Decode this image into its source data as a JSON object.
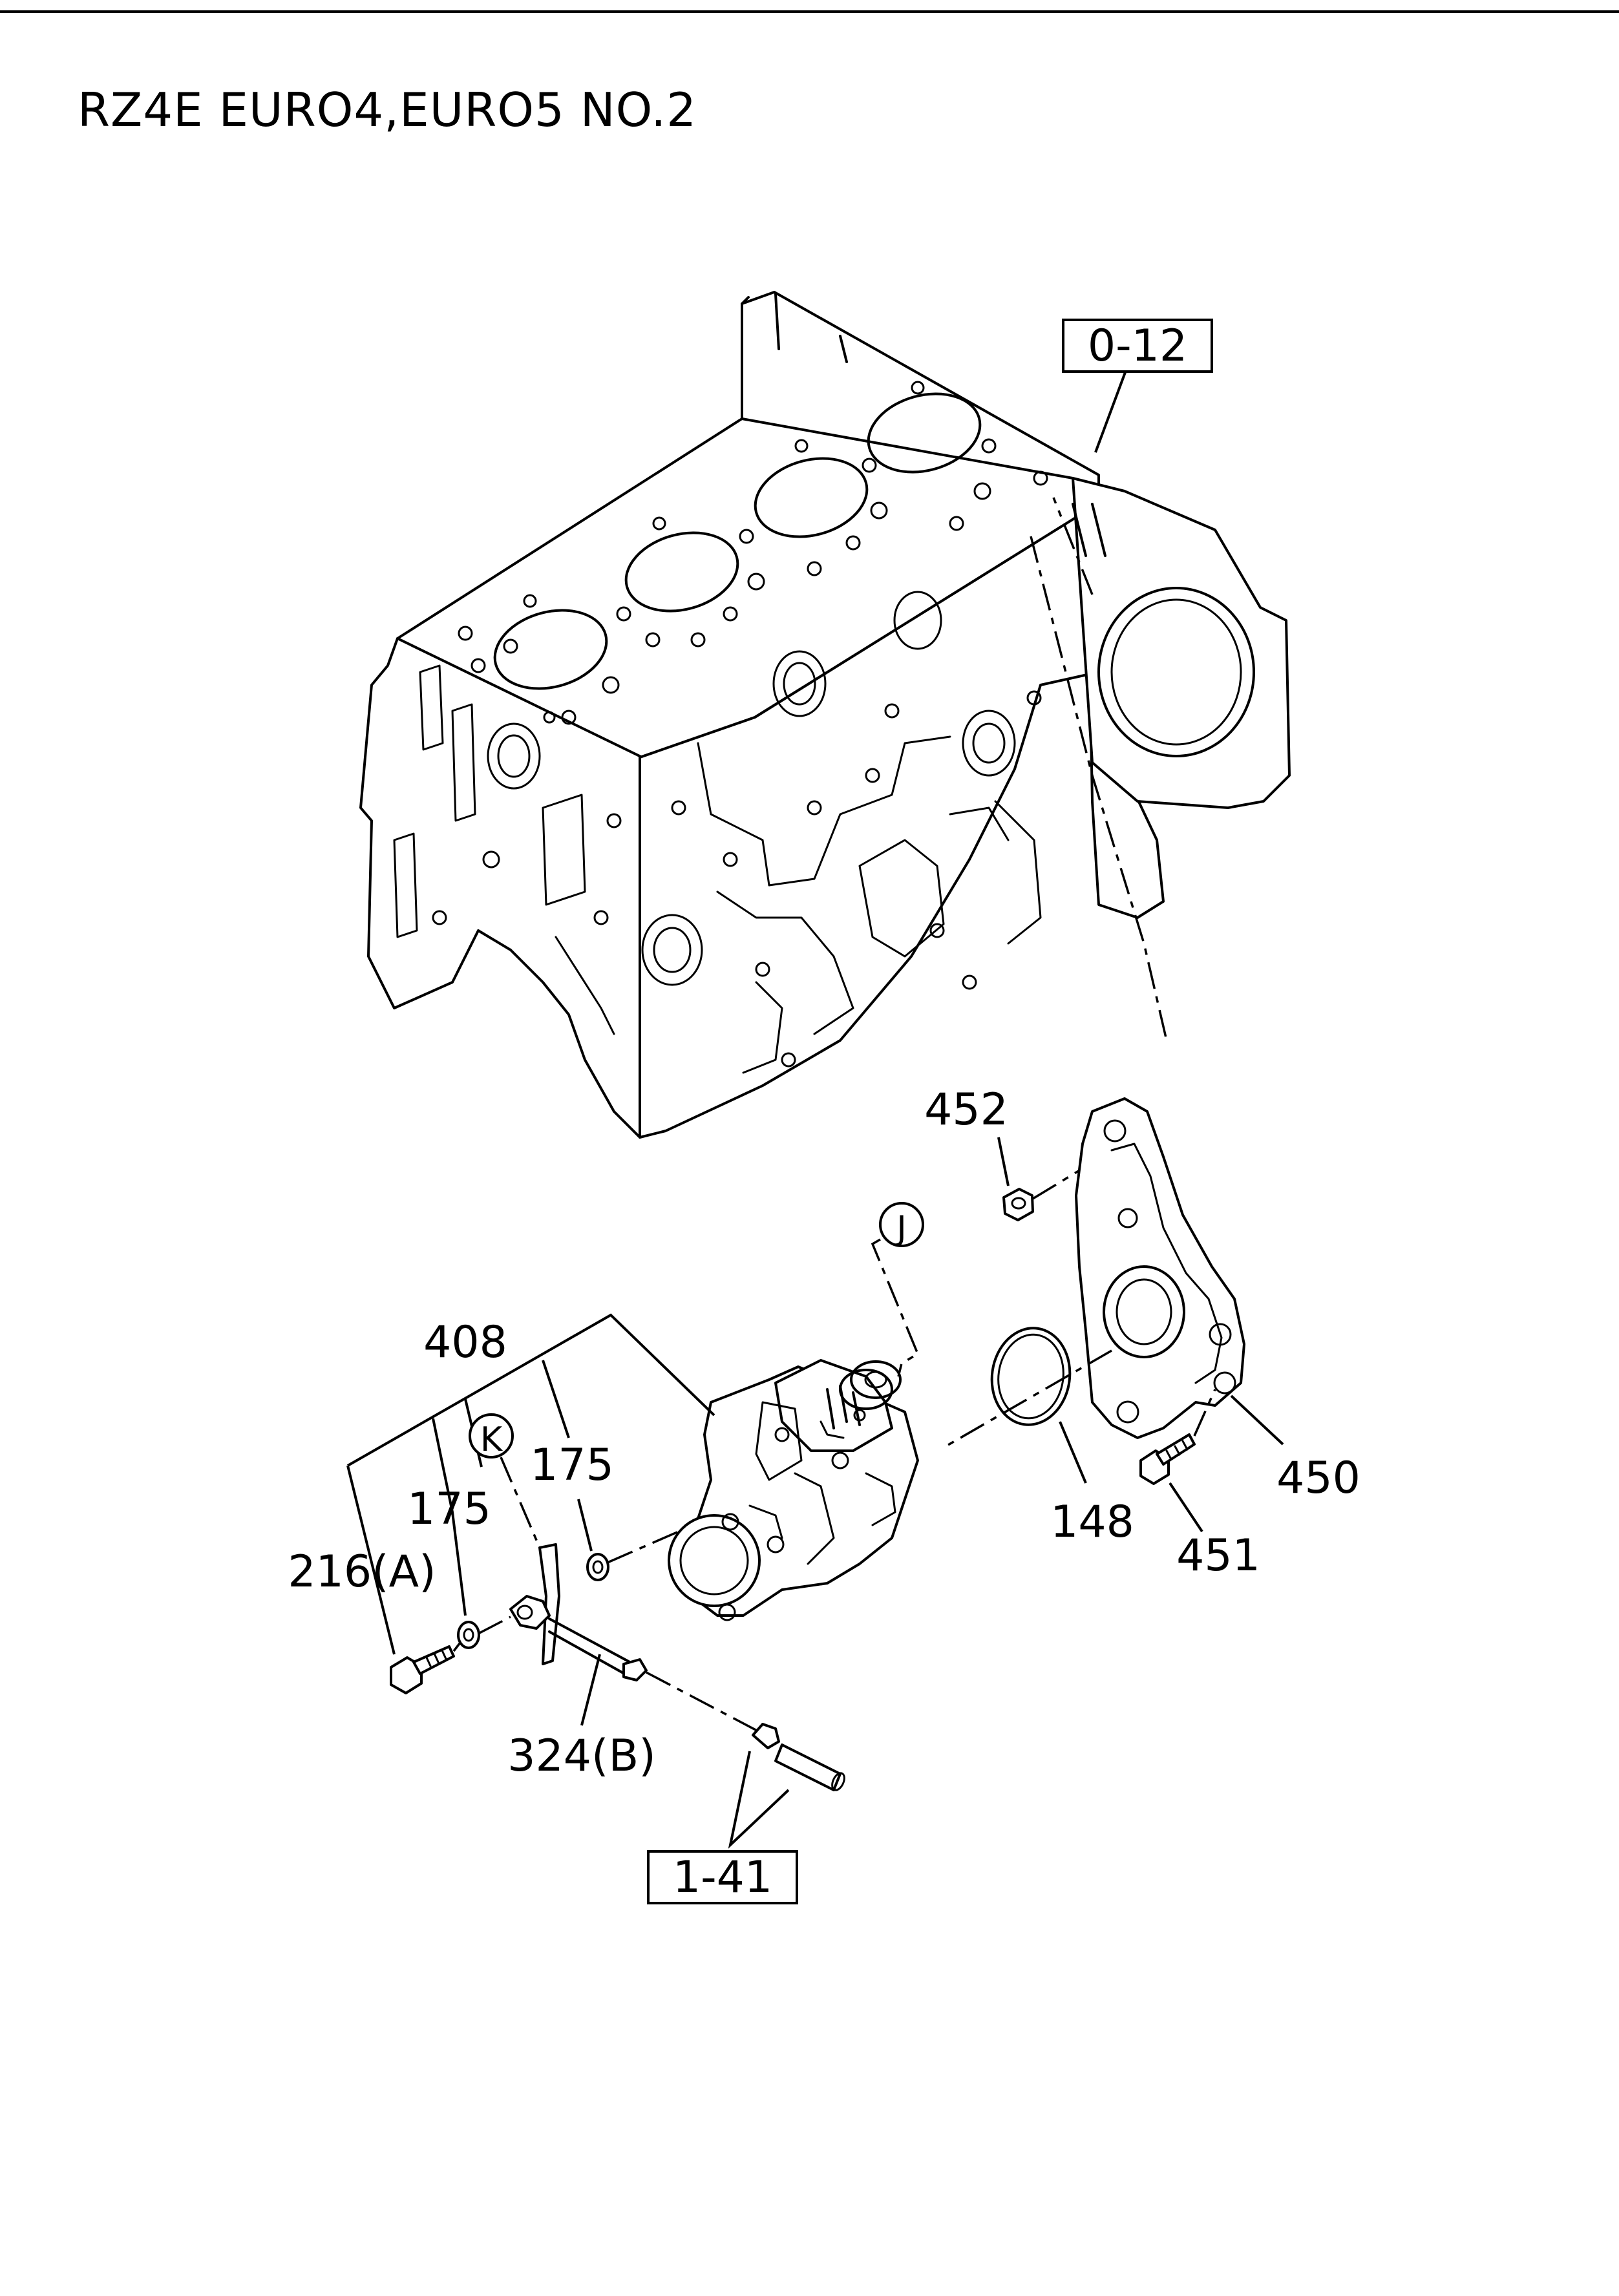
{
  "title": "RZ4E EURO4,EURO5 NO.2",
  "references": {
    "engine_block": "0-12",
    "pipe": "1-41"
  },
  "markers": {
    "j": "J",
    "k": "K"
  },
  "callouts": {
    "p452": "452",
    "p408": "408",
    "p175_upper": "175",
    "p175_lower": "175",
    "p216a": "216(A)",
    "p148": "148",
    "p450": "450",
    "p451": "451",
    "p324b": "324(B)"
  }
}
